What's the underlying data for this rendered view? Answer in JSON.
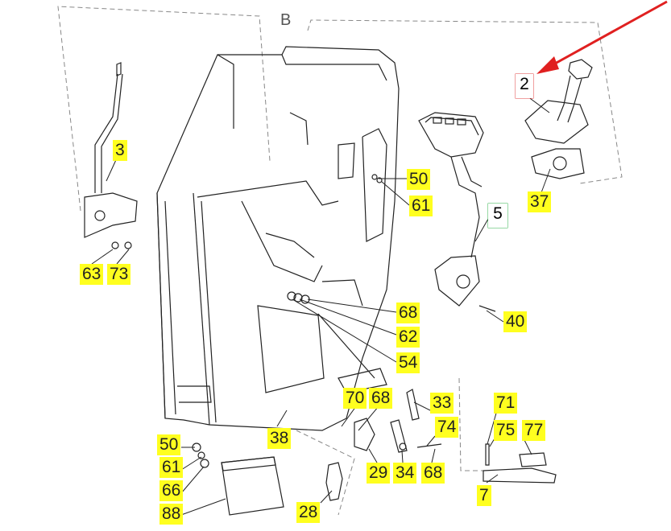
{
  "view_label": "B",
  "colors": {
    "label_fill": "#ffff1f",
    "arrow": "#e02020",
    "box_red": "#e04040",
    "box_green": "#2fb24a",
    "line": "#222222",
    "dash": "#888888"
  },
  "boxed_labels": [
    {
      "id": "2",
      "text": "2",
      "style": "red-outline"
    },
    {
      "id": "5",
      "text": "5",
      "style": "green-outline"
    }
  ],
  "callouts": [
    {
      "id": "3",
      "text": "3"
    },
    {
      "id": "63",
      "text": "63"
    },
    {
      "id": "73",
      "text": "73"
    },
    {
      "id": "50a",
      "text": "50"
    },
    {
      "id": "61a",
      "text": "61"
    },
    {
      "id": "37",
      "text": "37"
    },
    {
      "id": "40",
      "text": "40"
    },
    {
      "id": "68a",
      "text": "68"
    },
    {
      "id": "62",
      "text": "62"
    },
    {
      "id": "54",
      "text": "54"
    },
    {
      "id": "70",
      "text": "70"
    },
    {
      "id": "68b",
      "text": "68"
    },
    {
      "id": "33",
      "text": "33"
    },
    {
      "id": "74",
      "text": "74"
    },
    {
      "id": "71",
      "text": "71"
    },
    {
      "id": "75",
      "text": "75"
    },
    {
      "id": "77",
      "text": "77"
    },
    {
      "id": "38",
      "text": "38"
    },
    {
      "id": "50b",
      "text": "50"
    },
    {
      "id": "61b",
      "text": "61"
    },
    {
      "id": "66",
      "text": "66"
    },
    {
      "id": "88",
      "text": "88"
    },
    {
      "id": "29",
      "text": "29"
    },
    {
      "id": "34",
      "text": "34"
    },
    {
      "id": "68c",
      "text": "68"
    },
    {
      "id": "7",
      "text": "7"
    },
    {
      "id": "28",
      "text": "28"
    }
  ]
}
